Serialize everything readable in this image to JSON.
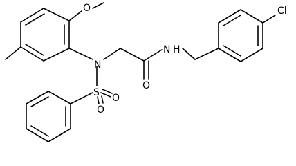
{
  "molecule": {
    "atom_labels": {
      "methoxy_O": "O",
      "amine_N": "N",
      "sulfonyl_S": "S",
      "sulfonyl_O1": "O",
      "sulfonyl_O2": "O",
      "carbonyl_O": "O",
      "amide_N": "N",
      "amide_H": "H",
      "chlorine": "Cl"
    }
  }
}
